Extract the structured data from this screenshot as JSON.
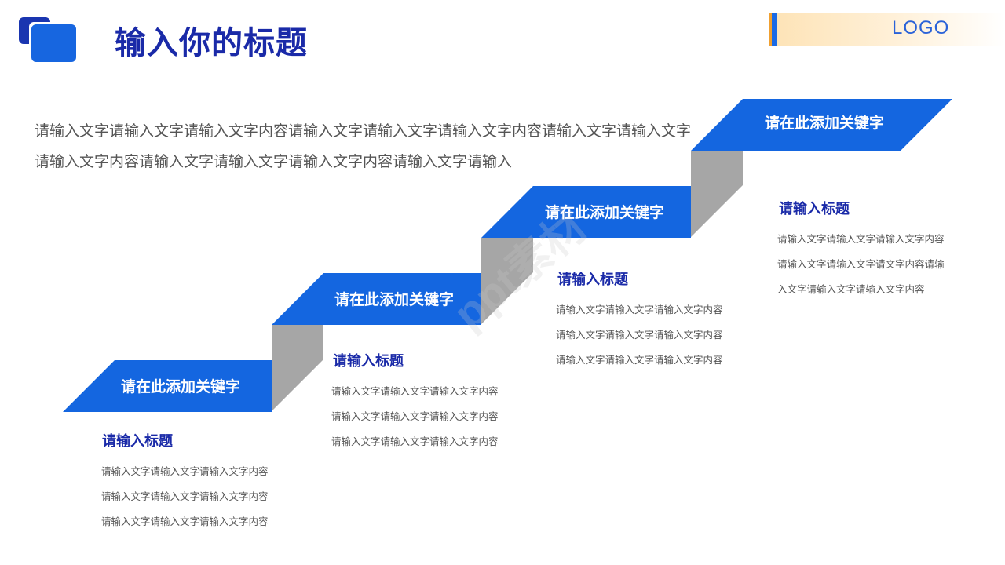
{
  "header": {
    "title": "输入你的标题",
    "logo": "LOGO"
  },
  "intro": "请输入文字请输入文字请输入文字内容请输入文字请输入文字请输入文字内容请输入文字请输入文字请输入文字内容请输入文字请输入文字请输入文字内容请输入文字请输入",
  "steps": [
    {
      "keyword": "请在此添加关键字",
      "title": "请输入标题",
      "body": "请输入文字请输入文字请输入文字内容请输入文字请输入文字请输入文字内容请输入文字请输入文字请输入文字内容"
    },
    {
      "keyword": "请在此添加关键字",
      "title": "请输入标题",
      "body": "请输入文字请输入文字请输入文字内容请输入文字请输入文字请输入文字内容请输入文字请输入文字请输入文字内容"
    },
    {
      "keyword": "请在此添加关键字",
      "title": "请输入标题",
      "body": "请输入文字请输入文字请输入文字内容请输入文字请输入文字请输入文字内容请输入文字请输入文字请输入文字内容"
    },
    {
      "keyword": "请在此添加关键字",
      "title": "请输入标题",
      "body": "请输入文字请输入文字请输入文字内容请输入文字请输入文字请文字内容请输入文字请输入文字请输入文字内容"
    }
  ],
  "watermark": "ppt素材",
  "colors": {
    "accent_blue": "#1466e0",
    "title_blue": "#1a2aa8",
    "riser_gray": "#a6a6a6",
    "body_text": "#555555"
  }
}
